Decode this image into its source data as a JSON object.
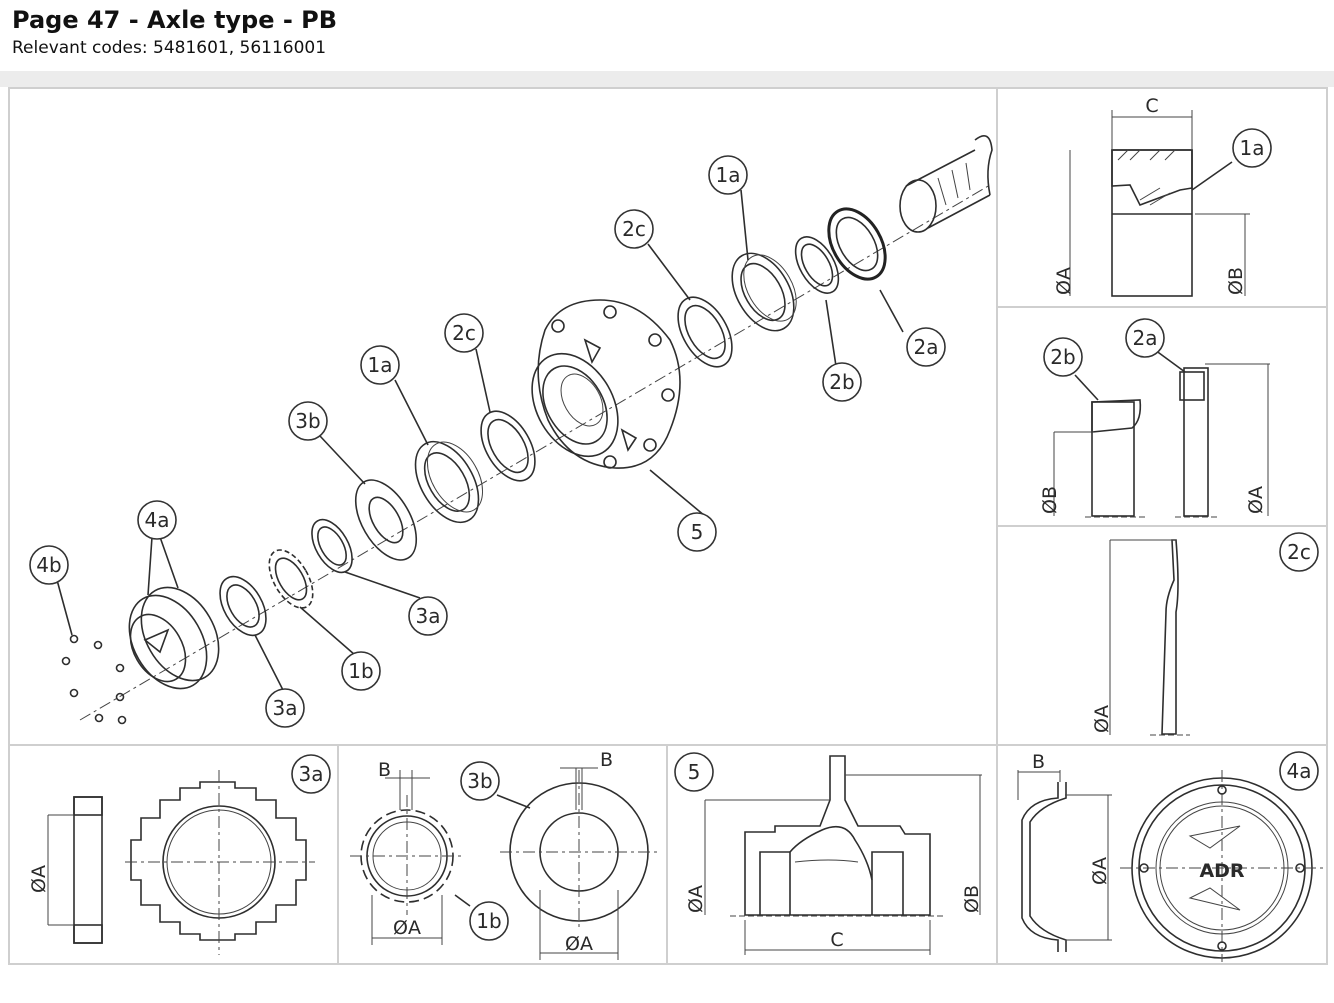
{
  "header": {
    "title": "Page 47 - Axle type - PB",
    "subtitle": "Relevant codes: 5481601, 56116001"
  },
  "callouts": {
    "c1a": "1a",
    "c1b": "1b",
    "c2a": "2a",
    "c2b": "2b",
    "c2c": "2c",
    "c3a": "3a",
    "c3b": "3b",
    "c4a": "4a",
    "c4b": "4b",
    "c5": "5"
  },
  "dimensions": {
    "dia_a": "ØA",
    "dia_b": "ØB",
    "b": "B",
    "c": "C"
  },
  "logo_text": "ADR"
}
